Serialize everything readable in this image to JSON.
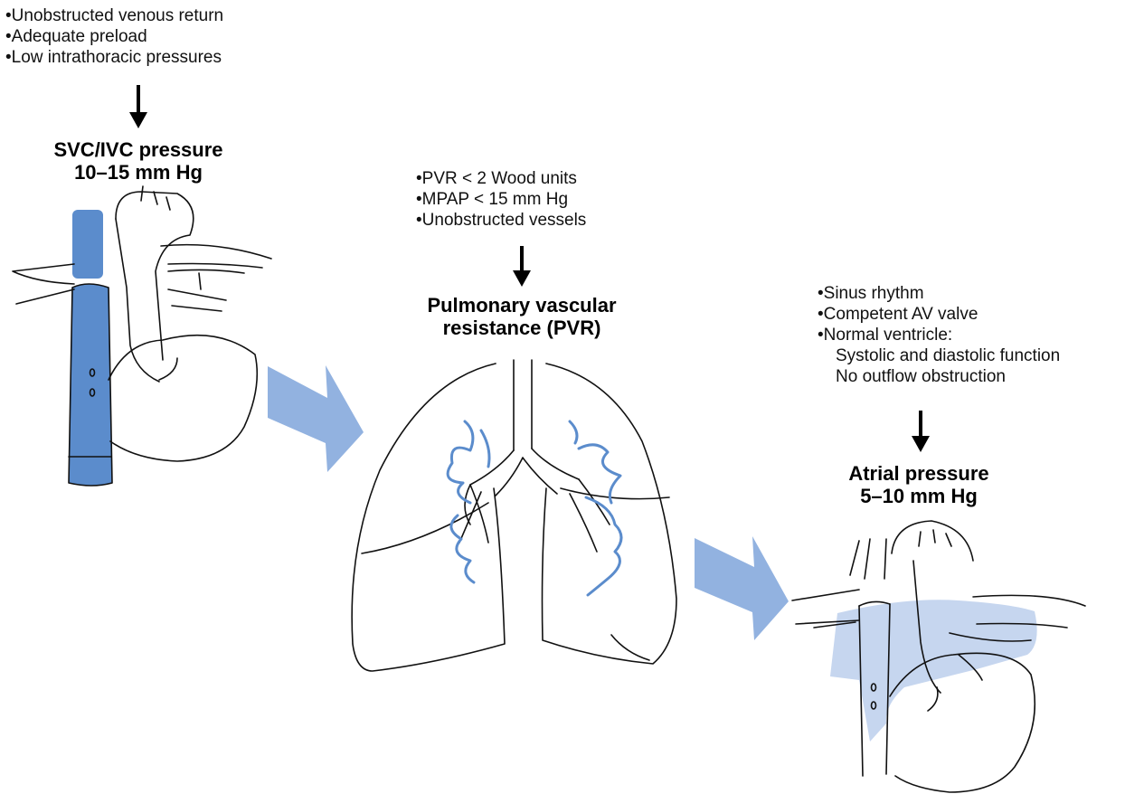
{
  "stage_1": {
    "conditions": [
      "•Unobstructed venous return",
      "•Adequate preload",
      "•Low intrathoracic pressures"
    ],
    "title_line1": "SVC/IVC pressure",
    "title_line2": "10–15 mm Hg"
  },
  "stage_2": {
    "conditions": [
      "•PVR < 2 Wood units",
      "•MPAP < 15 mm Hg",
      "•Unobstructed vessels"
    ],
    "title_line1": "Pulmonary vascular",
    "title_line2": "resistance (PVR)"
  },
  "stage_3": {
    "conditions": [
      "•Sinus rhythm",
      "•Competent AV valve",
      "•Normal ventricle:"
    ],
    "sub_conditions": [
      "Systolic and diastolic function",
      "No outflow obstruction"
    ],
    "title_line1": "Atrial pressure",
    "title_line2": "5–10 mm Hg"
  },
  "colors": {
    "vena_cava": "#5b8ccc",
    "flow_arrow": "#92b2e0",
    "vessel_tint": "#c6d6ef",
    "outline": "#111111"
  }
}
